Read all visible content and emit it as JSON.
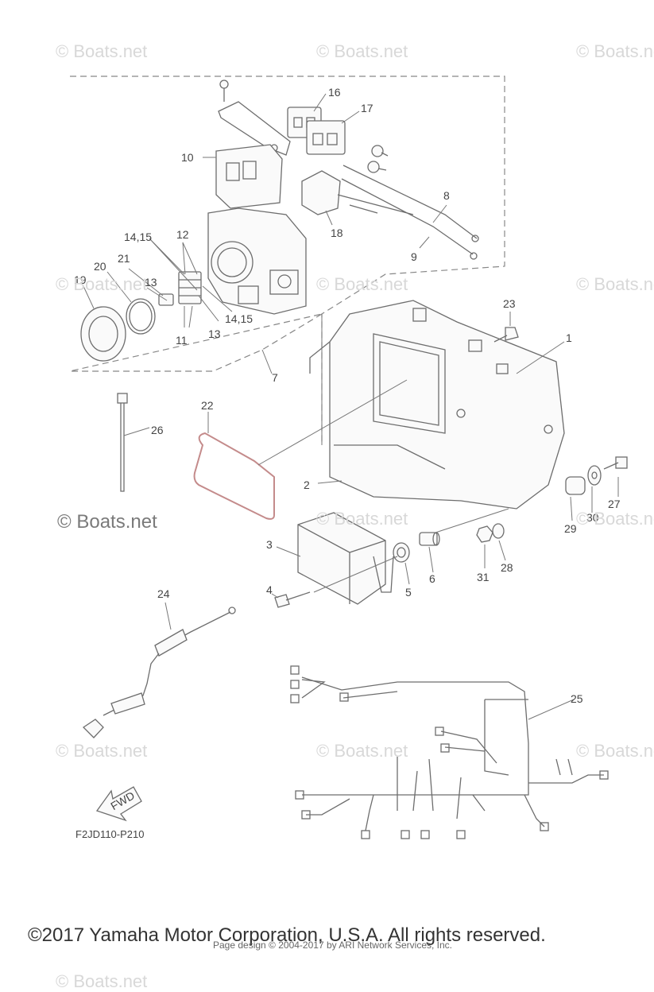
{
  "watermarks": [
    "© Boats.net",
    "© Boats.net",
    "© Boats.net",
    "© Boats.net",
    "© Boats.net",
    "© Boats.net",
    "© Boats.net",
    "© Boats.net",
    "© Boats.net",
    "© Boats.net",
    "© Boats.net",
    "© Boats.net"
  ],
  "watermark_big": "© Boats.net",
  "callouts": [
    "1",
    "2",
    "3",
    "4",
    "5",
    "6",
    "7",
    "8",
    "9",
    "10",
    "11",
    "11",
    "12",
    "13",
    "13",
    "14,15",
    "14,15",
    "16",
    "17",
    "18",
    "19",
    "20",
    "21",
    "22",
    "23",
    "24",
    "25",
    "26",
    "27",
    "28",
    "29",
    "30",
    "31"
  ],
  "diagram_code": "F2JD110-P210",
  "fwd_label": "FWD",
  "copyright": "©2017 Yamaha Motor Corporation, U.S.A. All rights reserved.",
  "page_design": "Page design © 2004-2017 by ARI Network Services, Inc.",
  "colors": {
    "line": "#6d6d6d",
    "gasket": "#c48b8b",
    "watermark": "#d8d8d8"
  }
}
